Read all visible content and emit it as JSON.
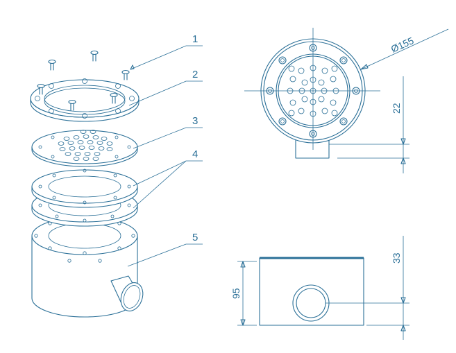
{
  "callouts": [
    {
      "label": "1"
    },
    {
      "label": "2"
    },
    {
      "label": "3"
    },
    {
      "label": "4"
    },
    {
      "label": "5"
    }
  ],
  "dimensions": {
    "diameter": "Ø155",
    "top_offset": "22",
    "side_offset": "33",
    "height": "95"
  },
  "colors": {
    "line": "#2a6f97",
    "background": "#ffffff"
  }
}
